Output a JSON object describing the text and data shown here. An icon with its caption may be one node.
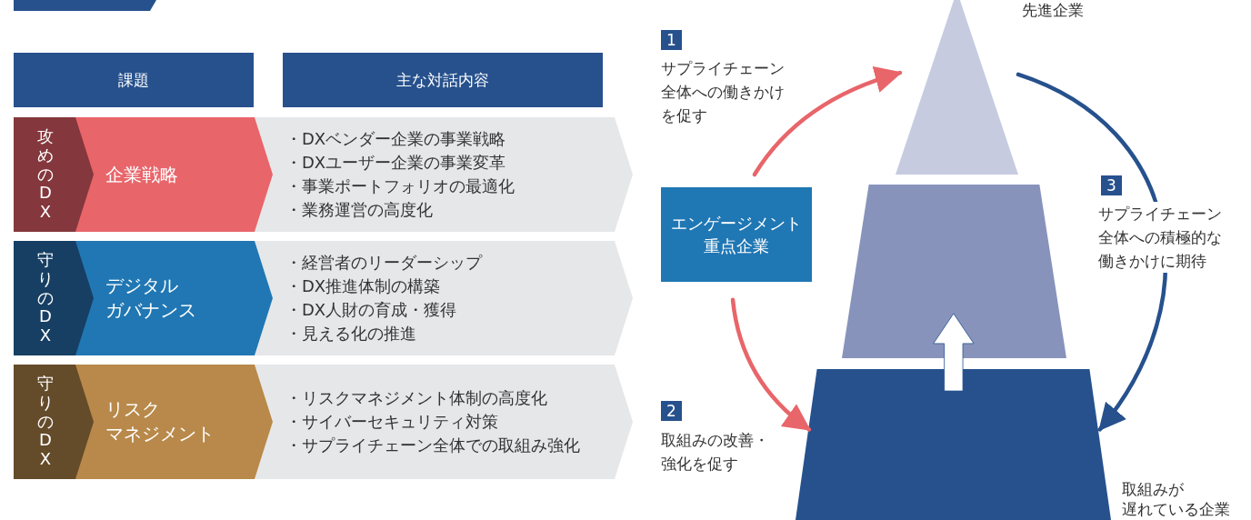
{
  "diagram": {
    "nodes": [
      {
        "text": [
          "課題"
        ]
      },
      {
        "text": [
          "主な対話内容"
        ]
      },
      {
        "text": [
          "攻めのDX"
        ]
      },
      {
        "text": [
          "企業戦略"
        ]
      },
      {
        "text": [
          "・DXベンダー企業の事業戦略",
          "・DXユーザー企業の事業変革",
          "・事業ポートフォリオの最適化",
          "・業務運営の高度化"
        ]
      },
      {
        "text": [
          "守りのDX"
        ]
      },
      {
        "text": [
          "デジタルガバナンス"
        ]
      },
      {
        "text": [
          "・経営者のリーダーシップ",
          "・DX推進体制の構築",
          "・DX人財の育成・獲得",
          "・見える化の推進"
        ]
      },
      {
        "text": [
          "守りのDX"
        ]
      },
      {
        "text": [
          "リスクマネジメント"
        ]
      },
      {
        "text": [
          "・リスクマネジメント体制の高度化",
          "・サイバーセキュリティ対策",
          "・サプライチェーン全体での取組み強化"
        ]
      },
      {
        "text": [],
        "shape": "triangle",
        "beside": [
          "先進企業"
        ]
      },
      {
        "text": [],
        "shape": "trapezoid"
      },
      {
        "text": [],
        "shape": "trapezoid",
        "beside": [
          "取組みが遅れている企業"
        ]
      },
      {
        "text": [
          "エンゲージメント重点企業"
        ]
      }
    ],
    "edges": [
      {
        "from": 14,
        "to": 11,
        "arrow": "to"
      },
      {
        "from": 14,
        "to": 13,
        "arrow": "to"
      },
      {
        "from": 11,
        "to": 13,
        "arrow": "to",
        "color": "#26518d"
      },
      {
        "from": 13,
        "to": 12,
        "arrow": "to",
        "style": "thick",
        "color": "#ffffff"
      }
    ],
    "labels": [
      "1",
      "サプライチェーン全体への働きかけを促す",
      "3",
      "サプライチェーン全体への積極的な働きかけに期待",
      "2",
      "取組みの改善・強化を促す"
    ]
  }
}
